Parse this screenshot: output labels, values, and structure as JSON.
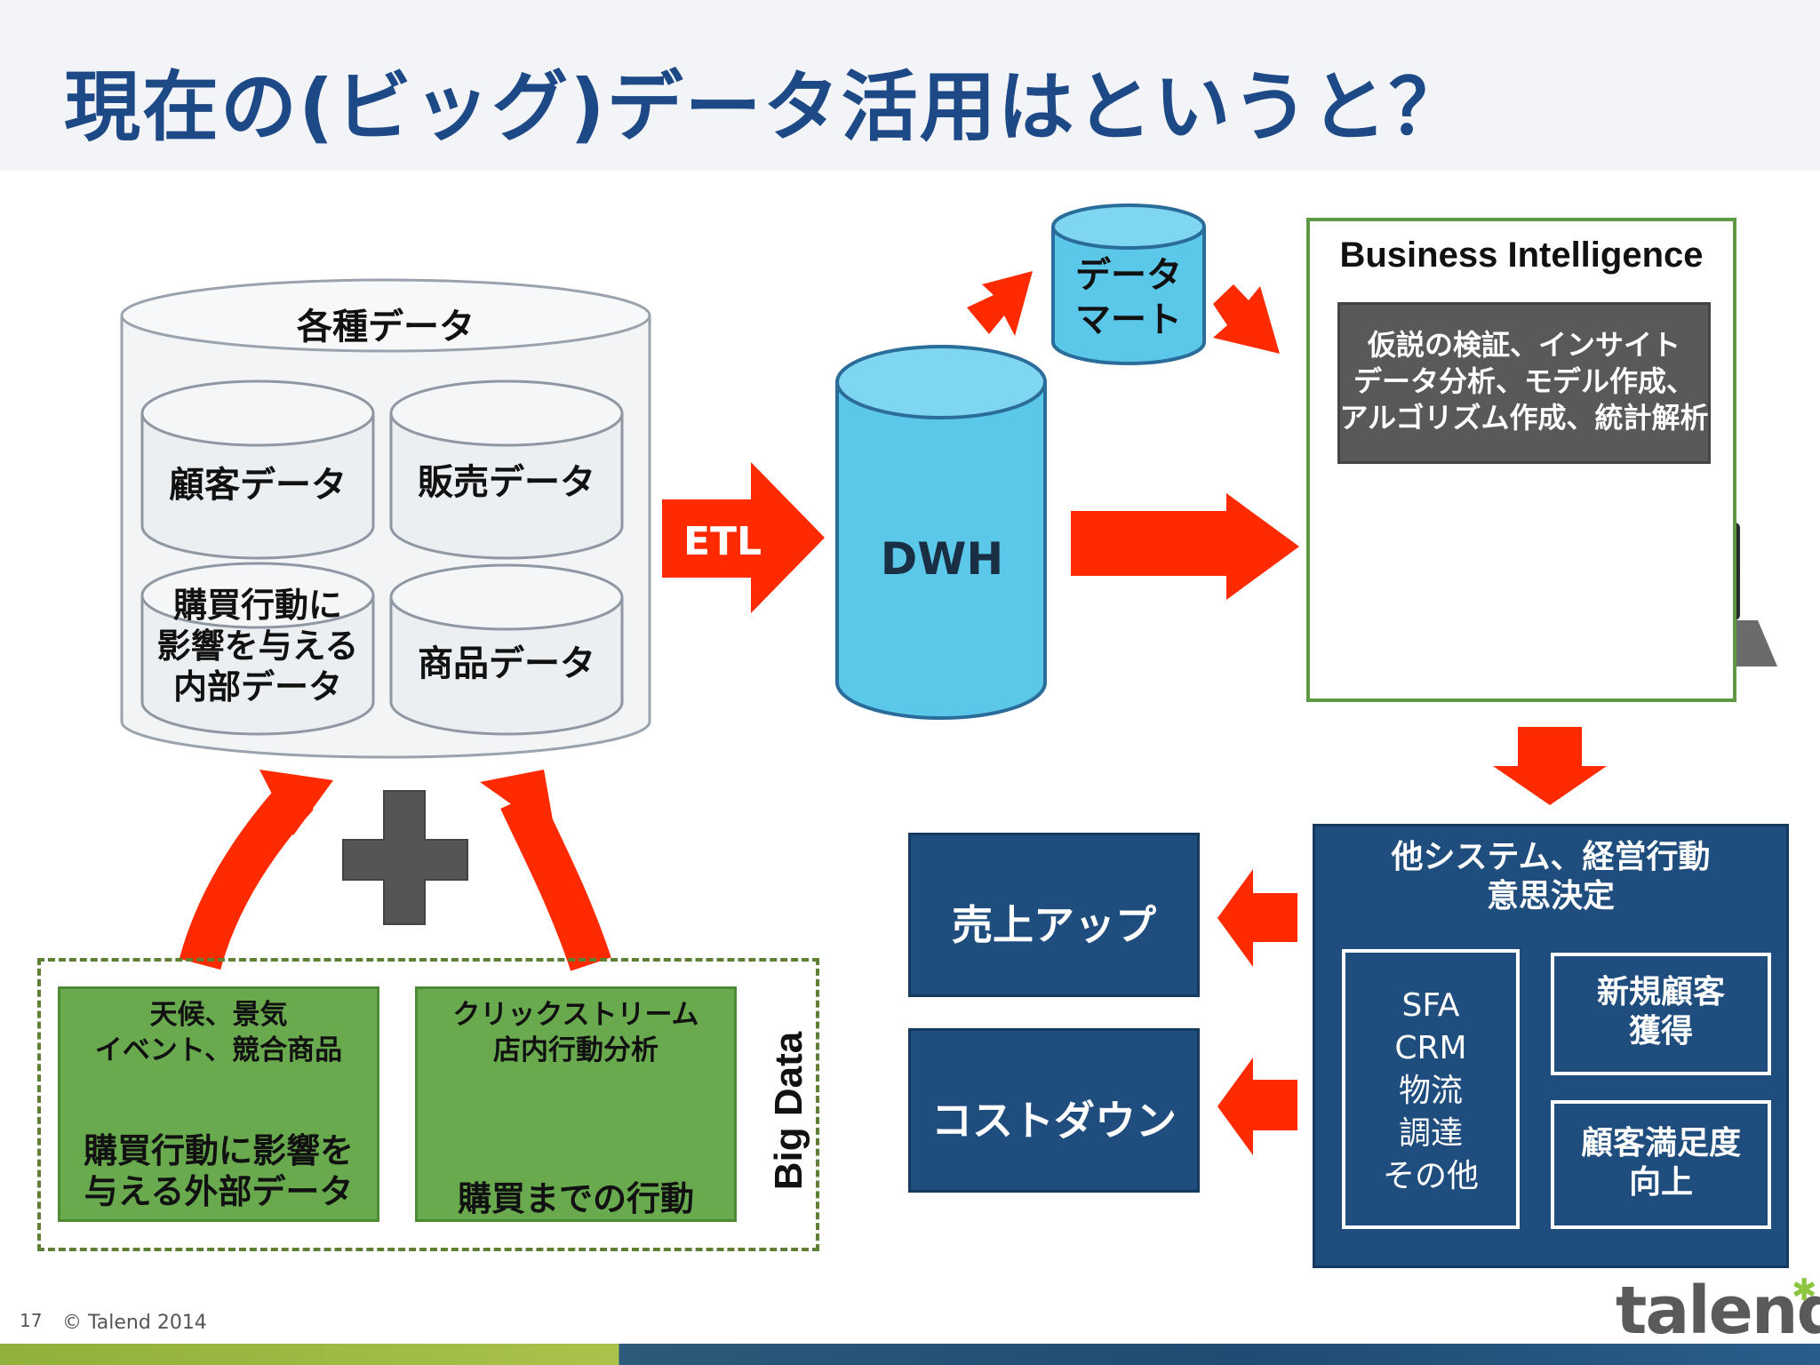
{
  "title": "現在の(ビッグ)データ活用はというと？",
  "sources": {
    "header": "各種データ",
    "items": [
      "顧客データ",
      "販売データ",
      "購買行動に\n影響を与える\n内部データ",
      "商品データ"
    ]
  },
  "etl_label": "ETL",
  "dwh_label": "DWH",
  "datamart_label": "データ\nマート",
  "bi": {
    "title": "Business Intelligence",
    "tasks": "仮説の検証、インサイト\nデータ分析、モデル作成、\nアルゴリズム作成、統計解析"
  },
  "big_data": {
    "label": "Big Data",
    "boxes": [
      {
        "top": "天候、景気\nイベント、競合商品",
        "bottom": "購買行動に影響を\n与える外部データ"
      },
      {
        "top": "クリックストリーム\n店内行動分析",
        "bottom": "購買までの行動"
      }
    ]
  },
  "actions": {
    "title": "他システム、経営行動\n意思決定",
    "systems": "SFA\nCRM\n物流\n調達\nその他",
    "goals": [
      "新規顧客\n獲得",
      "顧客満足度\n向上"
    ]
  },
  "outcomes": [
    "売上アップ",
    "コストダウン"
  ],
  "footer": {
    "page": "17",
    "copyright": "© Talend 2014",
    "logo": "talend"
  },
  "colors": {
    "title": "#1d4a86",
    "arrow": "#ff2a00",
    "cylinder_blue": "#5bc8ea",
    "navy": "#1f4e7e",
    "green": "#6aaa4f",
    "dark_gray": "#595959"
  }
}
